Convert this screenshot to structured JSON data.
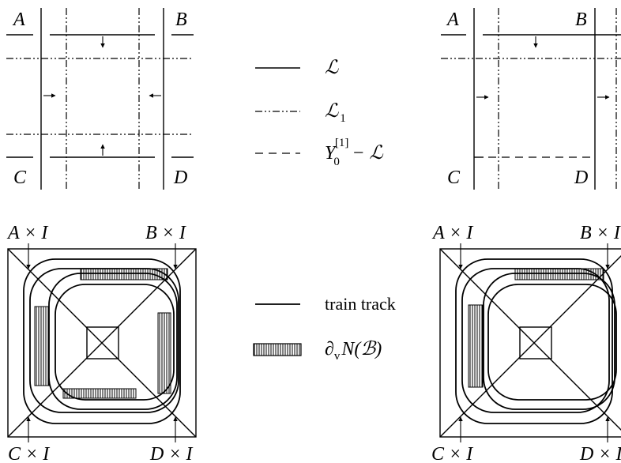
{
  "labels": {
    "A": "A",
    "B": "B",
    "C": "C",
    "D": "D",
    "AxI": "A × I",
    "BxI": "B × I",
    "CxI": "C × I",
    "DxI": "D × I",
    "BxI_cut": "B × I",
    "DxI_cut": "D × I"
  },
  "legend_top": {
    "L": "ℒ",
    "L1_main": "ℒ",
    "L1_sub": "1",
    "Y_main": "Y",
    "Y_sub": "0",
    "Y_sup": "[1]",
    "Y_rest": "− ℒ"
  },
  "legend_bottom": {
    "train_track": "train track",
    "boundary_pre": "∂",
    "boundary_sub": "v",
    "boundary_rest": "N(ℬ)"
  }
}
